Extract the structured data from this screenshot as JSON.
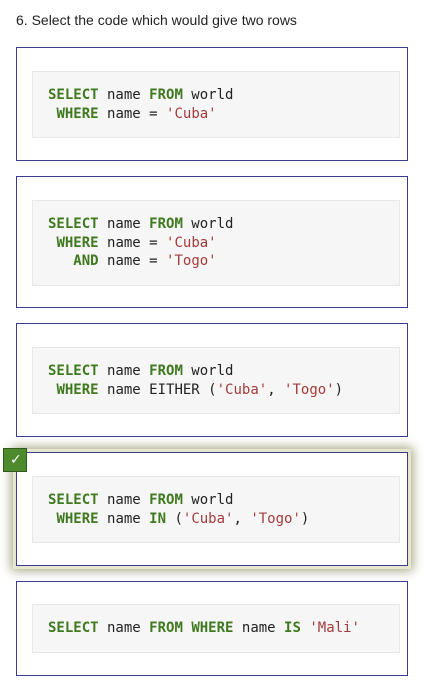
{
  "question": "6. Select the code which would give two rows",
  "options": [
    {
      "lines": [
        [
          {
            "t": "kw",
            "v": "SELECT"
          },
          {
            "t": "txt",
            "v": " name "
          },
          {
            "t": "kw",
            "v": "FROM"
          },
          {
            "t": "txt",
            "v": " world"
          }
        ],
        [
          {
            "t": "txt",
            "v": " "
          },
          {
            "t": "kw",
            "v": "WHERE"
          },
          {
            "t": "txt",
            "v": " name = "
          },
          {
            "t": "str",
            "v": "'Cuba'"
          }
        ]
      ]
    },
    {
      "lines": [
        [
          {
            "t": "kw",
            "v": "SELECT"
          },
          {
            "t": "txt",
            "v": " name "
          },
          {
            "t": "kw",
            "v": "FROM"
          },
          {
            "t": "txt",
            "v": " world"
          }
        ],
        [
          {
            "t": "txt",
            "v": " "
          },
          {
            "t": "kw",
            "v": "WHERE"
          },
          {
            "t": "txt",
            "v": " name = "
          },
          {
            "t": "str",
            "v": "'Cuba'"
          }
        ],
        [
          {
            "t": "txt",
            "v": "   "
          },
          {
            "t": "kw",
            "v": "AND"
          },
          {
            "t": "txt",
            "v": " name = "
          },
          {
            "t": "str",
            "v": "'Togo'"
          }
        ]
      ]
    },
    {
      "lines": [
        [
          {
            "t": "kw",
            "v": "SELECT"
          },
          {
            "t": "txt",
            "v": " name "
          },
          {
            "t": "kw",
            "v": "FROM"
          },
          {
            "t": "txt",
            "v": " world"
          }
        ],
        [
          {
            "t": "txt",
            "v": " "
          },
          {
            "t": "kw",
            "v": "WHERE"
          },
          {
            "t": "txt",
            "v": " name EITHER ("
          },
          {
            "t": "str",
            "v": "'Cuba'"
          },
          {
            "t": "txt",
            "v": ", "
          },
          {
            "t": "str",
            "v": "'Togo'"
          },
          {
            "t": "txt",
            "v": ")"
          }
        ]
      ]
    },
    {
      "lines": [
        [
          {
            "t": "kw",
            "v": "SELECT"
          },
          {
            "t": "txt",
            "v": " name "
          },
          {
            "t": "kw",
            "v": "FROM"
          },
          {
            "t": "txt",
            "v": " world"
          }
        ],
        [
          {
            "t": "txt",
            "v": " "
          },
          {
            "t": "kw",
            "v": "WHERE"
          },
          {
            "t": "txt",
            "v": " name "
          },
          {
            "t": "kw",
            "v": "IN"
          },
          {
            "t": "txt",
            "v": " ("
          },
          {
            "t": "str",
            "v": "'Cuba'"
          },
          {
            "t": "txt",
            "v": ", "
          },
          {
            "t": "str",
            "v": "'Togo'"
          },
          {
            "t": "txt",
            "v": ")"
          }
        ]
      ]
    },
    {
      "lines": [
        [
          {
            "t": "kw",
            "v": "SELECT"
          },
          {
            "t": "txt",
            "v": " name "
          },
          {
            "t": "kw",
            "v": "FROM"
          },
          {
            "t": "txt",
            "v": " "
          },
          {
            "t": "kw",
            "v": "WHERE"
          },
          {
            "t": "txt",
            "v": " name "
          },
          {
            "t": "kw",
            "v": "IS"
          },
          {
            "t": "txt",
            "v": " "
          },
          {
            "t": "str",
            "v": "'Mali'"
          }
        ]
      ]
    }
  ],
  "selected_option": 3,
  "check_mark": "✓",
  "check_icon": "checkmark-icon",
  "colors": {
    "keyword": "#3f7a1f",
    "string": "#a33a3a",
    "border": "#3b3b8f",
    "check_bg": "#4d8a2e"
  }
}
